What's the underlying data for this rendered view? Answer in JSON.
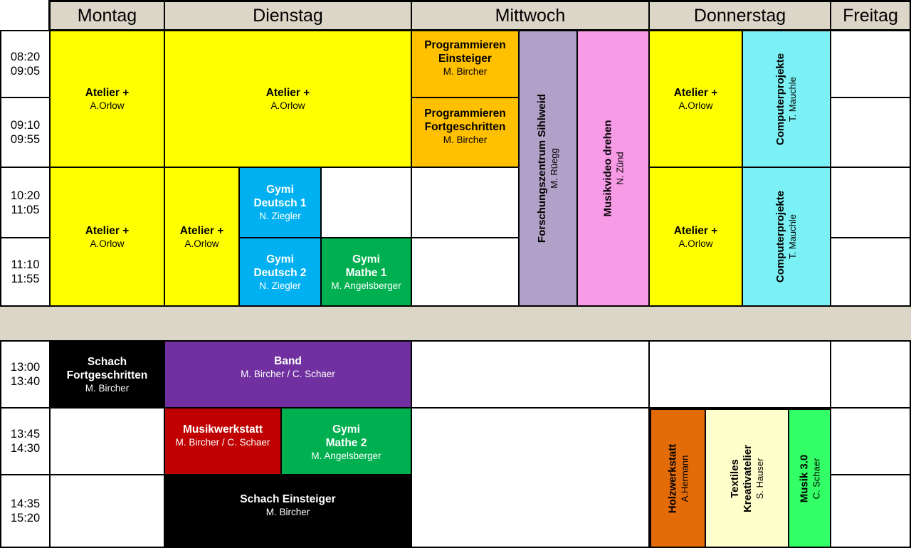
{
  "days": [
    "Montag",
    "Dienstag",
    "Mittwoch",
    "Donnerstag",
    "Freitag"
  ],
  "slots": [
    {
      "start": "08:20",
      "end": "09:05"
    },
    {
      "start": "09:10",
      "end": "09:55"
    },
    {
      "start": "10:20",
      "end": "11:05"
    },
    {
      "start": "11:10",
      "end": "11:55"
    },
    {
      "start": "13:00",
      "end": "13:40"
    },
    {
      "start": "13:45",
      "end": "14:30"
    },
    {
      "start": "14:35",
      "end": "15:20"
    }
  ],
  "courses": {
    "mo_atelier_1": {
      "title": "Atelier +",
      "teacher": "A.Orlow"
    },
    "mo_atelier_2": {
      "title": "Atelier +",
      "teacher": "A.Orlow"
    },
    "mo_schach": {
      "title_1": "Schach",
      "title_2": "Fortgeschritten",
      "teacher": "M. Bircher"
    },
    "di_atelier_1": {
      "title": "Atelier +",
      "teacher": "A.Orlow"
    },
    "di_atelier_2": {
      "title": "Atelier +",
      "teacher": "A.Orlow"
    },
    "di_deutsch1": {
      "title_1": "Gymi",
      "title_2": "Deutsch 1",
      "teacher": "N. Ziegler"
    },
    "di_deutsch2": {
      "title_1": "Gymi",
      "title_2": "Deutsch 2",
      "teacher": "N. Ziegler"
    },
    "di_mathe1": {
      "title_1": "Gymi",
      "title_2": "Mathe 1",
      "teacher": "M. Angelsberger"
    },
    "di_band": {
      "title": "Band",
      "teacher": "M. Bircher / C. Schaer"
    },
    "di_musikwerkstatt": {
      "title": "Musikwerkstatt",
      "teacher": "M. Bircher / C. Schaer"
    },
    "di_mathe2": {
      "title_1": "Gymi",
      "title_2": "Mathe 2",
      "teacher": "M. Angelsberger"
    },
    "di_schach": {
      "title": "Schach Einsteiger",
      "teacher": "M. Bircher"
    },
    "mi_prog_einsteiger": {
      "title_1": "Programmieren",
      "title_2": "Einsteiger",
      "teacher": "M. Bircher"
    },
    "mi_prog_fortgeschritten": {
      "title_1": "Programmieren",
      "title_2": "Fortgeschritten",
      "teacher": "M. Bircher"
    },
    "mi_forschung": {
      "title": "Forschungszentrum Sihlweid",
      "teacher": "M. Rüegg"
    },
    "mi_musikvideo": {
      "title": "Musikvideo drehen",
      "teacher": "N. Zünd"
    },
    "do_atelier_1": {
      "title": "Atelier +",
      "teacher": "A.Orlow"
    },
    "do_atelier_2": {
      "title": "Atelier +",
      "teacher": "A.Orlow"
    },
    "do_computer_1": {
      "title": "Computerprojekte",
      "teacher": "T. Mauchle"
    },
    "do_computer_2": {
      "title": "Computerprojekte",
      "teacher": "T. Mauchle"
    },
    "do_holz": {
      "title": "Holzwerkstatt",
      "teacher": "A.Hermann"
    },
    "do_textiles": {
      "title_1": "Textiles",
      "title_2": "Kreativatelier",
      "teacher": "S. Hauser"
    },
    "do_musik": {
      "title": "Musik 3.0",
      "teacher": "C. Schaer"
    }
  },
  "colors": {
    "yellow": "#ffff00",
    "orange": "#ffc000",
    "lavender": "#b1a0c7",
    "pink": "#f79be6",
    "cyan": "#7cf1f5",
    "blue": "#00b0f0",
    "green": "#00b050",
    "purple": "#7030a0",
    "black": "#000000",
    "red": "#c00000",
    "dark_orange": "#e36c09",
    "cream": "#ffffcc",
    "light_green": "#33ff66",
    "header_beige": "#dcd6c8"
  }
}
